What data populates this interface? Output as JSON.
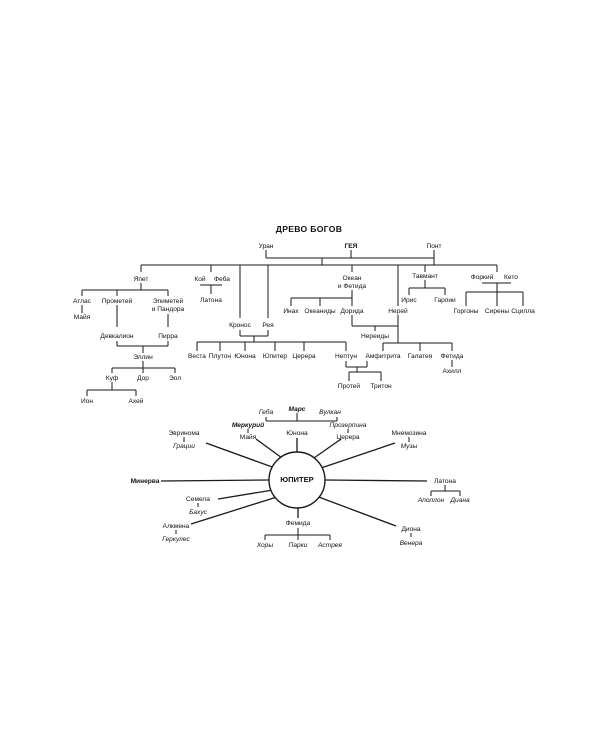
{
  "title": "ДРЕВО БОГОВ",
  "tree": {
    "uran": "Уран",
    "geya": "ГЕЯ",
    "pont": "Понт",
    "yapet": "Япет",
    "koy": "Кой",
    "feba": "Феба",
    "okean_i": "Океан",
    "okean_ii": "и Фетида",
    "tavmant": "Тавмант",
    "forkiy": "Форкий",
    "keto": "Кето",
    "atlas": "Атлас",
    "prometey": "Прометей",
    "epimetey_i": "Эпиметей",
    "epimetey_ii": "и Пандора",
    "mayya": "Майя",
    "latona": "Латона",
    "deykalion": "Девкалион",
    "pirra": "Пирра",
    "ellin": "Эллин",
    "kuf": "Куф",
    "dor": "Дор",
    "eol": "Эол",
    "ion": "Ион",
    "akhey": "Ахей",
    "inakh": "Инах",
    "okeanidy": "Океаниды",
    "dorida": "Дорида",
    "nereidy": "Нереиды",
    "nerey": "Нерей",
    "iris": "Ирис",
    "garpii": "Гарпии",
    "gorgony": "Горгоны",
    "sireny": "Сирены",
    "stsilla": "Сцилла",
    "kronos": "Кронос",
    "reya": "Рея",
    "vesta": "Веста",
    "pluton": "Плутон",
    "yunona": "Юнона",
    "yupiter": "Юпитер",
    "tserera": "Церера",
    "neptun": "Нептун",
    "amfitrita": "Амфитрита",
    "galateya": "Галатея",
    "fetida": "Фетида",
    "akhill": "Ахилл",
    "protey": "Протей",
    "triton": "Тритон"
  },
  "jupiter": {
    "center": "ЮПИТЕР",
    "geba": "Геба",
    "mars": "Марс",
    "vulkan": "Вулкан",
    "yunona": "Юнона",
    "merkuriy": "Меркурий",
    "mayya": "Майя",
    "prozerpina": "Прозерпина",
    "tserera": "Церера",
    "evrinoma": "Эвринома",
    "gratsii": "Грации",
    "mnemozina": "Мнемозина",
    "muzy": "Музы",
    "minerva": "Минерва",
    "latona": "Латона",
    "apollon": "Аполлон",
    "diana": "Диана",
    "semela": "Семела",
    "bakhus": "Бахус",
    "alkmena": "Алкмена",
    "gerkules": "Геркулес",
    "femida": "Фемида",
    "khory": "Хоры",
    "parki": "Парки",
    "astreya": "Астрея",
    "diona": "Диона",
    "venera": "Венера"
  }
}
